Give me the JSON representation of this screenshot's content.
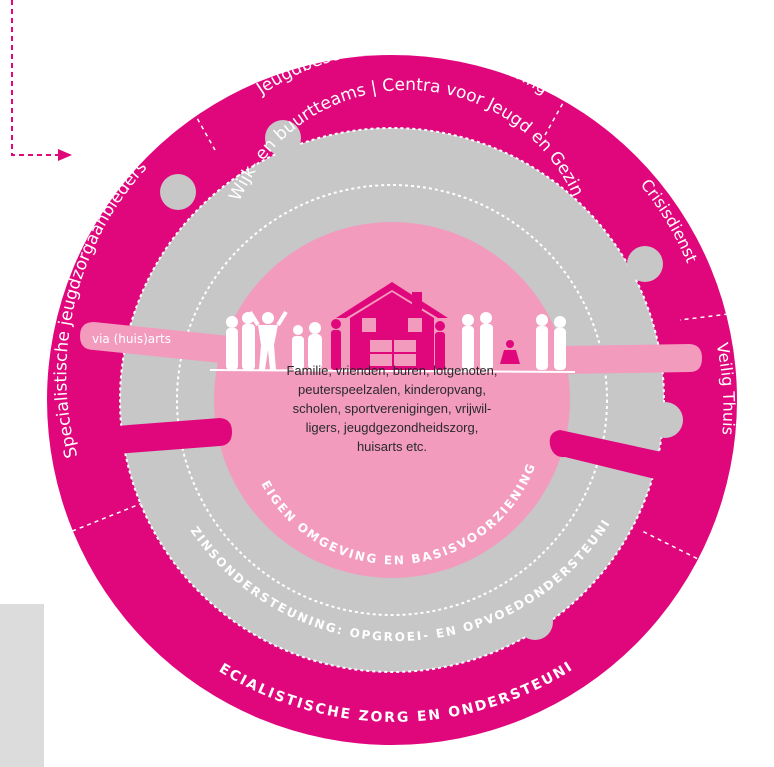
{
  "colors": {
    "outer_ring": "#e0077d",
    "middle_ring": "#c7c7c7",
    "inner_disc": "#f29bbd",
    "silhouette": "#ffffff",
    "dashed": "#e0077d",
    "corner_box": "#dcdcdc"
  },
  "outer_segments": {
    "top": "Jeugdbescherming en -reclassering",
    "top_right": "Crisisdienst",
    "right": "Veilig Thuis",
    "left": "Specialistische jeugdzorgaanbieders"
  },
  "outer_label": "SPECIALISTISCHE ZORG EN ONDERSTEUNING",
  "middle_top": "Wijk- en buurtteams | Centra voor Jeugd en Gezin",
  "middle_label": "GEZINSONDERSTEUNING: OPGROEI- EN OPVOEDONDERSTEUNING",
  "inner_label": "EIGEN OMGEVING EN BASISVOORZIENING",
  "via_label": "via (huis)arts",
  "center_lines": [
    "Familie, vrienden, buren, lotgenoten,",
    "peuterspeelzalen, kinderopvang,",
    "scholen, sportverenigingen, vrijwil-",
    "ligers, jeugdgezondheidszorg,",
    "huisarts etc."
  ],
  "icons": {
    "house": "house-icon",
    "people": "people-silhouettes-icon",
    "arrow": "arrow-right-icon"
  }
}
